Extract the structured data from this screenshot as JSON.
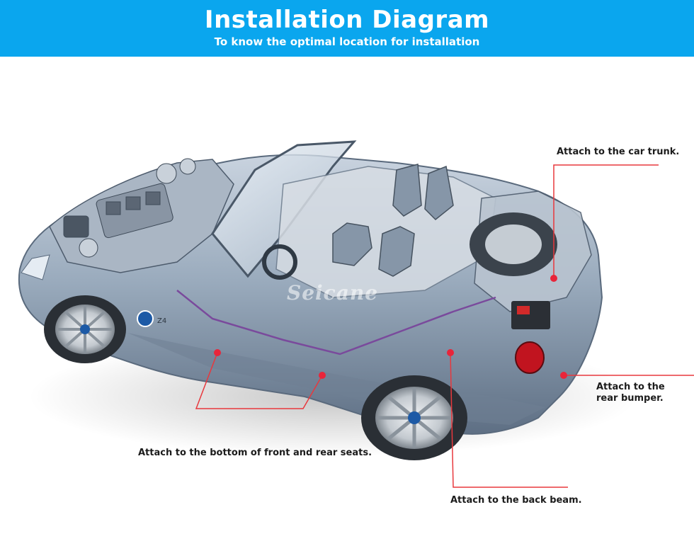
{
  "header": {
    "title": "Installation Diagram",
    "subtitle": "To know the optimal location for installation"
  },
  "watermark": "Seicane",
  "badge_text": "Z4",
  "callouts": {
    "trunk": "Attach to the car trunk.",
    "rear_bumper": "Attach to the rear bumper.",
    "seats": "Attach to the bottom of front and rear seats.",
    "back_beam": "Attach to the back beam."
  },
  "colors": {
    "banner": "#0aa6ee",
    "callout_line": "#e8383d",
    "marker": "#e8253a",
    "car_body": "#8e9fb4"
  }
}
